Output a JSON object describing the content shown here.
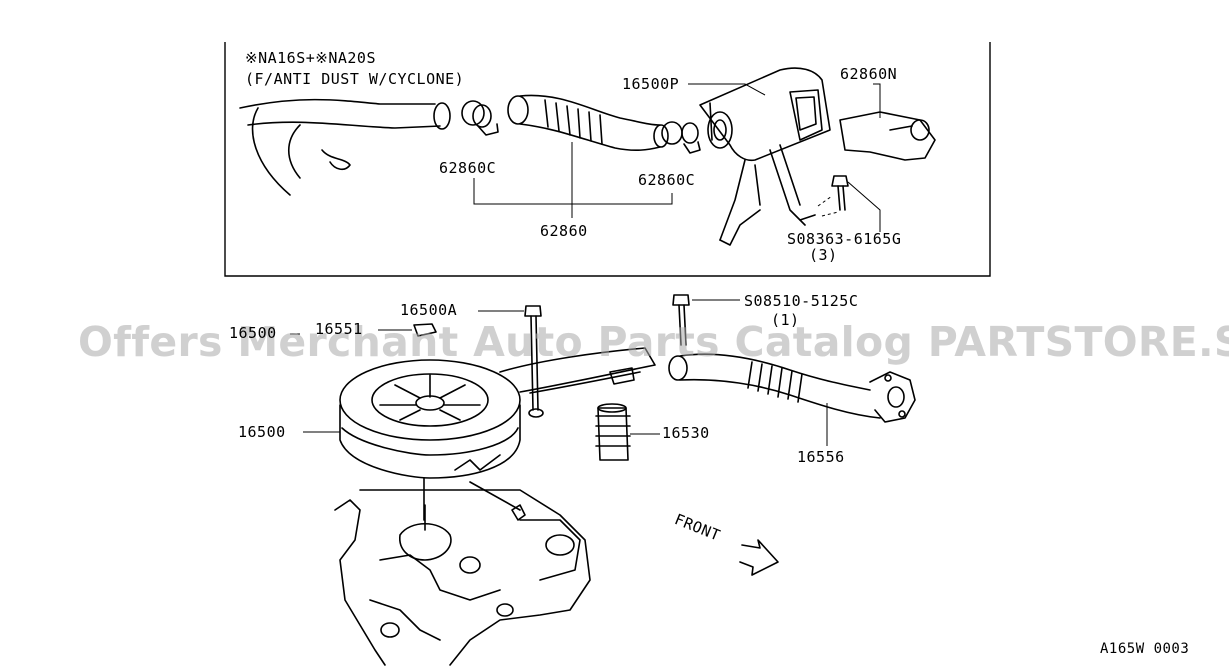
{
  "inset": {
    "note_line1": "※NA16S+※NA20S",
    "note_line2": "(F/ANTI DUST W/CYCLONE)"
  },
  "labels": {
    "p16500P": "16500P",
    "p62860N": "62860N",
    "p62860C_left": "62860C",
    "p62860C_right": "62860C",
    "p62860": "62860",
    "bolt_top": "S08363-6165G",
    "bolt_top_qty": "(3)",
    "p16500A": "16500A",
    "bolt_mid": "S08510-5125C",
    "bolt_mid_qty": "(1)",
    "p16500_left": "16500",
    "p16551": "16551",
    "p16500": "16500",
    "p16530": "16530",
    "p16556": "16556",
    "front": "FRONT"
  },
  "watermark": "Offers Merchant Auto Parts Catalog PARTSTORE.SA",
  "diagram_code": "A165W 0003"
}
